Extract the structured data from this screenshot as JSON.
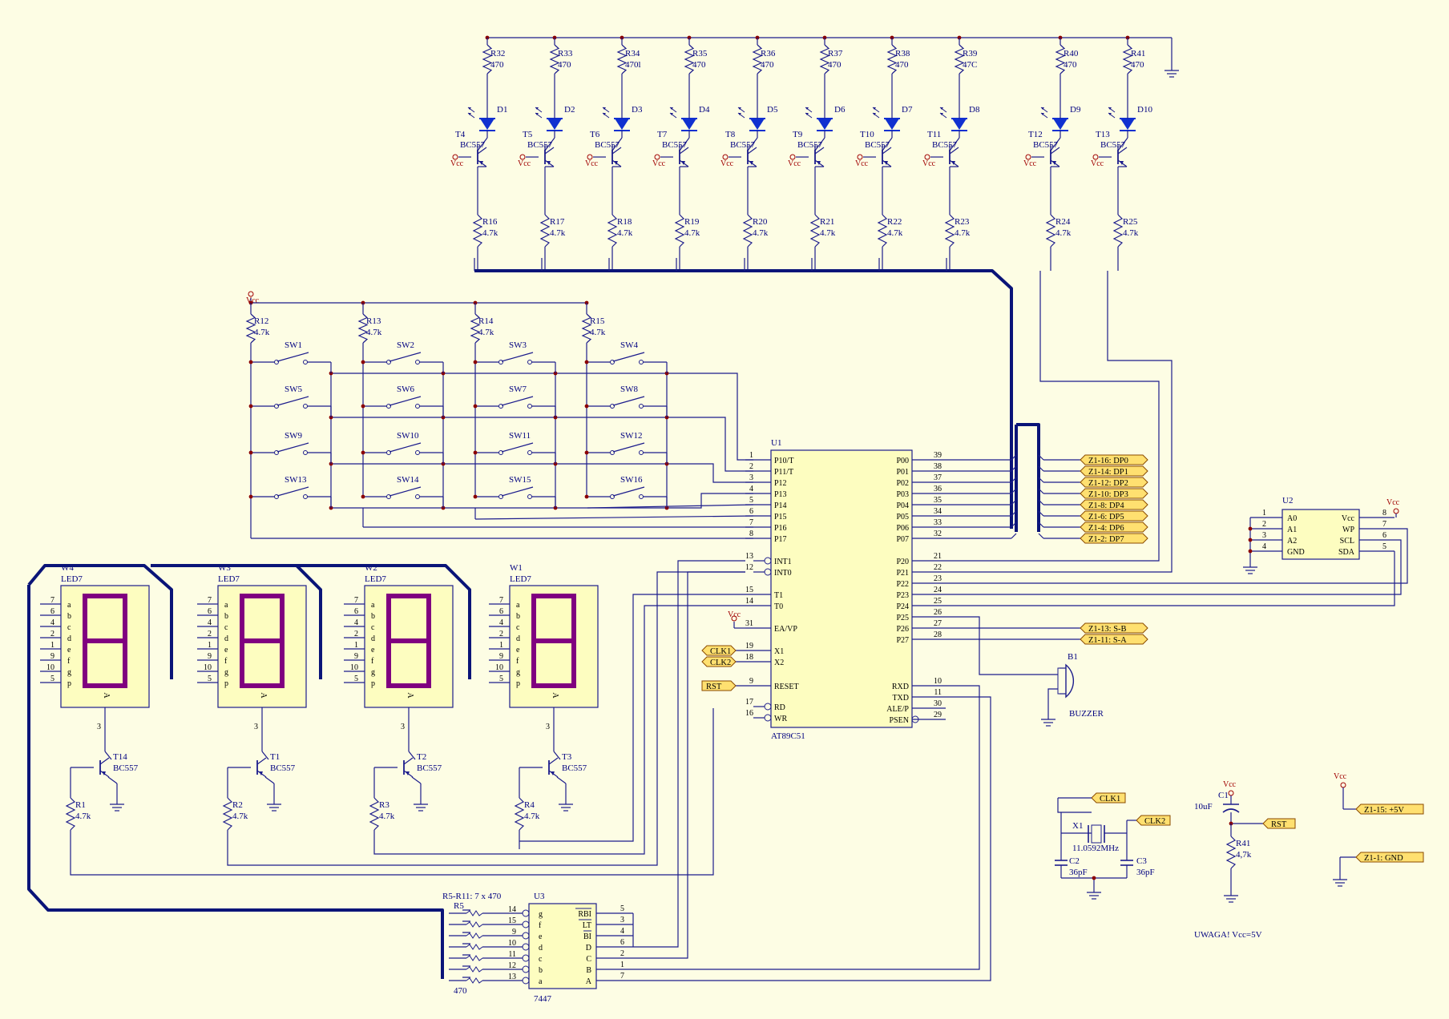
{
  "colors": {
    "background": "#fdfde4",
    "wire": "#1c1c8c",
    "bus": "#0a1478",
    "component": "#1c1c8c",
    "component_fill": "#fdfdc0",
    "led_diode": "#1030d0",
    "segment": "#800080",
    "power": "#a00000",
    "port_fill": "#ffe070",
    "junction": "#8b0000"
  },
  "power": {
    "vcc": "Vcc"
  },
  "resistor_values": {
    "r470": "470",
    "r470_alt1": "470l",
    "r470_alt2": "47C",
    "r4k7": "4.7k"
  },
  "leds": [
    {
      "r": "R32",
      "d": "D1",
      "t": "T4",
      "rb": "R16",
      "rval": "470"
    },
    {
      "r": "R33",
      "d": "D2",
      "t": "T5",
      "rb": "R17",
      "rval": "470"
    },
    {
      "r": "R34",
      "d": "D3",
      "t": "T6",
      "rb": "R18",
      "rval": "470l"
    },
    {
      "r": "R35",
      "d": "D4",
      "t": "T7",
      "rb": "R19",
      "rval": "470"
    },
    {
      "r": "R36",
      "d": "D5",
      "t": "T8",
      "rb": "R20",
      "rval": "470"
    },
    {
      "r": "R37",
      "d": "D6",
      "t": "T9",
      "rb": "R21",
      "rval": "470"
    },
    {
      "r": "R38",
      "d": "D7",
      "t": "T10",
      "rb": "R22",
      "rval": "470"
    },
    {
      "r": "R39",
      "d": "D8",
      "t": "T11",
      "rb": "R23",
      "rval": "47C"
    },
    {
      "r": "R40",
      "d": "D9",
      "t": "T12",
      "rb": "R24",
      "rval": "470"
    },
    {
      "r": "R41",
      "d": "D10",
      "t": "T13",
      "rb": "R25",
      "rval": "470"
    }
  ],
  "transistor_type": "BC557",
  "keypad": {
    "pullups": [
      "R12",
      "R13",
      "R14",
      "R15"
    ],
    "switches": [
      "SW1",
      "SW2",
      "SW3",
      "SW4",
      "SW5",
      "SW6",
      "SW7",
      "SW8",
      "SW9",
      "SW10",
      "SW11",
      "SW12",
      "SW13",
      "SW14",
      "SW15",
      "SW16"
    ]
  },
  "u1": {
    "ref": "U1",
    "part": "AT89C51",
    "left_pins": [
      {
        "num": "1",
        "name": "P10/T"
      },
      {
        "num": "2",
        "name": "P11/T"
      },
      {
        "num": "3",
        "name": "P12"
      },
      {
        "num": "4",
        "name": "P13"
      },
      {
        "num": "5",
        "name": "P14"
      },
      {
        "num": "6",
        "name": "P15"
      },
      {
        "num": "7",
        "name": "P16"
      },
      {
        "num": "8",
        "name": "P17"
      },
      {
        "num": "13",
        "name": "INT1"
      },
      {
        "num": "12",
        "name": "INT0"
      },
      {
        "num": "15",
        "name": "T1"
      },
      {
        "num": "14",
        "name": "T0"
      },
      {
        "num": "31",
        "name": "EA/VP"
      },
      {
        "num": "19",
        "name": "X1"
      },
      {
        "num": "18",
        "name": "X2"
      },
      {
        "num": "9",
        "name": "RESET"
      },
      {
        "num": "17",
        "name": "RD"
      },
      {
        "num": "16",
        "name": "WR"
      }
    ],
    "right_pins": [
      {
        "num": "39",
        "name": "P00"
      },
      {
        "num": "38",
        "name": "P01"
      },
      {
        "num": "37",
        "name": "P02"
      },
      {
        "num": "36",
        "name": "P03"
      },
      {
        "num": "35",
        "name": "P04"
      },
      {
        "num": "34",
        "name": "P05"
      },
      {
        "num": "33",
        "name": "P06"
      },
      {
        "num": "32",
        "name": "P07"
      },
      {
        "num": "21",
        "name": "P20"
      },
      {
        "num": "22",
        "name": "P21"
      },
      {
        "num": "23",
        "name": "P22"
      },
      {
        "num": "24",
        "name": "P23"
      },
      {
        "num": "25",
        "name": "P24"
      },
      {
        "num": "26",
        "name": "P25"
      },
      {
        "num": "27",
        "name": "P26"
      },
      {
        "num": "28",
        "name": "P27"
      },
      {
        "num": "10",
        "name": "RXD"
      },
      {
        "num": "11",
        "name": "TXD"
      },
      {
        "num": "30",
        "name": "ALE/P"
      },
      {
        "num": "29",
        "name": "PSEN"
      }
    ]
  },
  "dp_ports": [
    "Z1-16: DP0",
    "Z1-14: DP1",
    "Z1-12: DP2",
    "Z1-10: DP3",
    "Z1-8: DP4",
    "Z1-6: DP5",
    "Z1-4: DP6",
    "Z1-2: DP7"
  ],
  "sab_ports": [
    "Z1-13: S-B",
    "Z1-11: S-A"
  ],
  "clk_ports": [
    "CLK1",
    "CLK2"
  ],
  "rst_port": "RST",
  "buzzer": {
    "ref": "B1",
    "label": "BUZZER"
  },
  "u2": {
    "ref": "U2",
    "left_pins": [
      {
        "num": "1",
        "name": "A0"
      },
      {
        "num": "2",
        "name": "A1"
      },
      {
        "num": "3",
        "name": "A2"
      },
      {
        "num": "4",
        "name": "GND"
      }
    ],
    "right_pins": [
      {
        "num": "8",
        "name": "Vcc"
      },
      {
        "num": "7",
        "name": "WP"
      },
      {
        "num": "6",
        "name": "SCL"
      },
      {
        "num": "5",
        "name": "SDA"
      }
    ]
  },
  "displays": [
    {
      "ref": "W4",
      "part": "LED7",
      "t": "T14",
      "r": "R1"
    },
    {
      "ref": "W3",
      "part": "LED7",
      "t": "T1",
      "r": "R2"
    },
    {
      "ref": "W2",
      "part": "LED7",
      "t": "T2",
      "r": "R3"
    },
    {
      "ref": "W1",
      "part": "LED7",
      "t": "T3",
      "r": "R4"
    }
  ],
  "display_pins": {
    "nums": [
      "7",
      "6",
      "4",
      "2",
      "1",
      "9",
      "10",
      "5"
    ],
    "segs": [
      "a",
      "b",
      "c",
      "d",
      "e",
      "f",
      "g",
      "p"
    ],
    "common_label": "A",
    "common_pin": "3"
  },
  "u3": {
    "ref": "U3",
    "part": "7447",
    "array_label": "R5-R11: 7 x 470",
    "array_ref": "R5",
    "array_val": "470",
    "left_pins": [
      {
        "num": "14",
        "name": "g"
      },
      {
        "num": "15",
        "name": "f"
      },
      {
        "num": "9",
        "name": "e"
      },
      {
        "num": "10",
        "name": "d"
      },
      {
        "num": "11",
        "name": "c"
      },
      {
        "num": "12",
        "name": "b"
      },
      {
        "num": "13",
        "name": "a"
      }
    ],
    "right_pins": [
      {
        "num": "5",
        "name": "RBI"
      },
      {
        "num": "3",
        "name": "LT"
      },
      {
        "num": "4",
        "name": "BI"
      },
      {
        "num": "6",
        "name": "D"
      },
      {
        "num": "2",
        "name": "C"
      },
      {
        "num": "1",
        "name": "B"
      },
      {
        "num": "7",
        "name": "A"
      }
    ]
  },
  "crystal": {
    "ref": "X1",
    "freq": "11.0592MHz",
    "c2": "C2",
    "c3": "C3",
    "cval": "36pF"
  },
  "reset_circuit": {
    "c1": "C1",
    "c1_val": "10uF",
    "r": "R41",
    "r_val": "4,7k"
  },
  "power_ports": {
    "plus": "Z1-15: +5V",
    "gnd": "Z1-1: GND"
  },
  "note": "UWAGA! Vcc=5V"
}
